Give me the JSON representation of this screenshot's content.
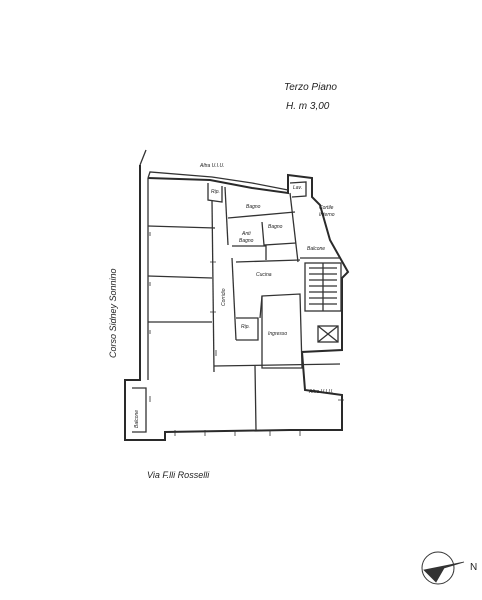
{
  "plan": {
    "title": "Terzo Piano",
    "height_note": "H. m 3,00"
  },
  "rooms": {
    "altra_top": "Altra U.I.U.",
    "rip_top": "Rip.",
    "lav": "Lav.",
    "bagno_main": "Bagno",
    "cortile_line1": "Cortile",
    "cortile_line2": "Interno",
    "bagno_small": "Bagno",
    "anti_line1": "Anti",
    "anti_line2": "Bagno",
    "balcone_right": "Balcone",
    "cucina": "Cucina",
    "corridio": "Corridio",
    "rip_lower": "Rip.",
    "ingresso": "Ingresso",
    "altra_right": "Altra U.I.U.",
    "balcone_left": "Balcone"
  },
  "streets": {
    "left": "Corso Sidney Sonnino",
    "bottom": "Via F.lli Rosselli"
  },
  "compass": {
    "north_letter": "N"
  }
}
